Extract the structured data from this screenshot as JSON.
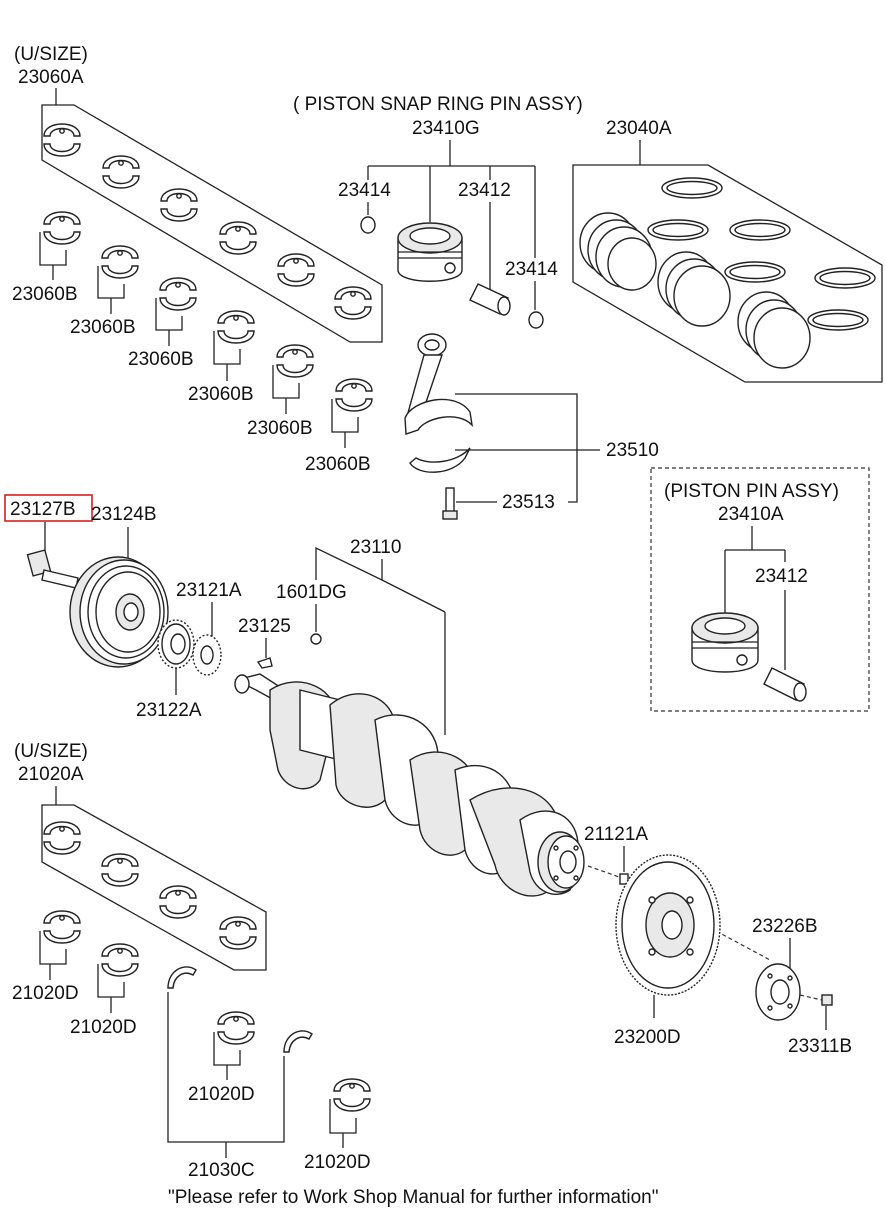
{
  "labels": {
    "usize_top": "(U/SIZE)",
    "p23060A": "23060A",
    "p23060B": "23060B",
    "piston_snap_title": "( PISTON  SNAP RING  PIN ASSY)",
    "p23410G": "23410G",
    "p23040A": "23040A",
    "p23414": "23414",
    "p23412": "23412",
    "p23510": "23510",
    "p23513": "23513",
    "piston_pin_title": "(PISTON  PIN ASSY)",
    "p23410A": "23410A",
    "p23127B": "23127B",
    "p23124B": "23124B",
    "p23121A": "23121A",
    "p23122A": "23122A",
    "p23125": "23125",
    "p1601DG": "1601DG",
    "p23110": "23110",
    "usize_bottom": "(U/SIZE)",
    "p21020A": "21020A",
    "p21020D": "21020D",
    "p21030C": "21030C",
    "p21121A": "21121A",
    "p23200D": "23200D",
    "p23226B": "23226B",
    "p23311B": "23311B"
  },
  "footer_note": "\"Please refer to Work Shop Manual for further information\"",
  "colors": {
    "highlight": "#d81e1e",
    "line": "#222222",
    "background": "#ffffff"
  }
}
